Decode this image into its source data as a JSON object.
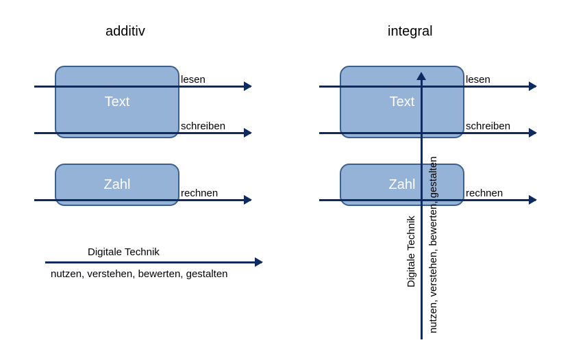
{
  "left": {
    "title": "additiv",
    "box_text": "Text",
    "box_zahl": "Zahl",
    "lesen": "lesen",
    "schreiben": "schreiben",
    "rechnen": "rechnen",
    "digital_label": "Digitale Technik",
    "digital_sub": "nutzen, verstehen, bewerten, gestalten"
  },
  "right": {
    "title": "integral",
    "box_text": "Text",
    "box_zahl": "Zahl",
    "lesen": "lesen",
    "schreiben": "schreiben",
    "rechnen": "rechnen",
    "digital_label": "Digitale Technik",
    "digital_sub": "nutzen, verstehen, bewerten, gestalten"
  },
  "colors": {
    "box_fill": "#95b3d7",
    "box_border": "#3d5f8f",
    "arrow": "#0f2a5e"
  }
}
